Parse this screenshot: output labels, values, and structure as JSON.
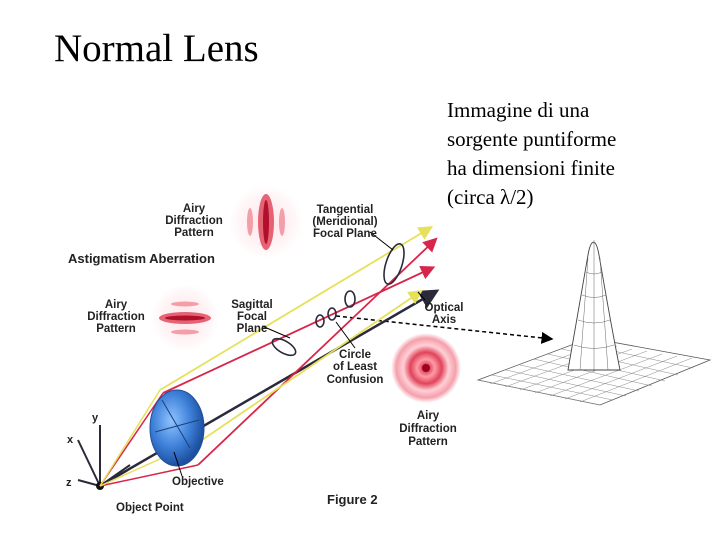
{
  "slide": {
    "title": "Normal Lens"
  },
  "side_text": {
    "line1": "Immagine di una",
    "line2": "sorgente puntiforme",
    "line3": "ha dimensioni finite",
    "line4": "(circa λ/2)"
  },
  "figure": {
    "title": "Astigmatism Aberration",
    "caption": "Figure 2",
    "labels": {
      "airy_top_1": "Airy",
      "airy_top_2": "Diffraction",
      "airy_top_3": "Pattern",
      "tangential_1": "Tangential",
      "tangential_2": "(Meridional)",
      "tangential_3": "Focal Plane",
      "airy_mid_1": "Airy",
      "airy_mid_2": "Diffraction",
      "airy_mid_3": "Pattern",
      "sagittal_1": "Sagittal",
      "sagittal_2": "Focal",
      "sagittal_3": "Plane",
      "optical_1": "Optical",
      "optical_2": "Axis",
      "circle_1": "Circle",
      "circle_2": "of Least",
      "circle_3": "Confusion",
      "airy_bot_1": "Airy",
      "airy_bot_2": "Diffraction",
      "airy_bot_3": "Pattern",
      "objective": "Objective",
      "object_point": "Object Point",
      "axis_y": "y",
      "axis_x": "x",
      "axis_z": "z"
    }
  },
  "colors": {
    "ray_red": "#d8254a",
    "ray_yellow": "#e6e05a",
    "lens_blue": "#3d7fd8",
    "axis_dark": "#2a2a3a"
  }
}
